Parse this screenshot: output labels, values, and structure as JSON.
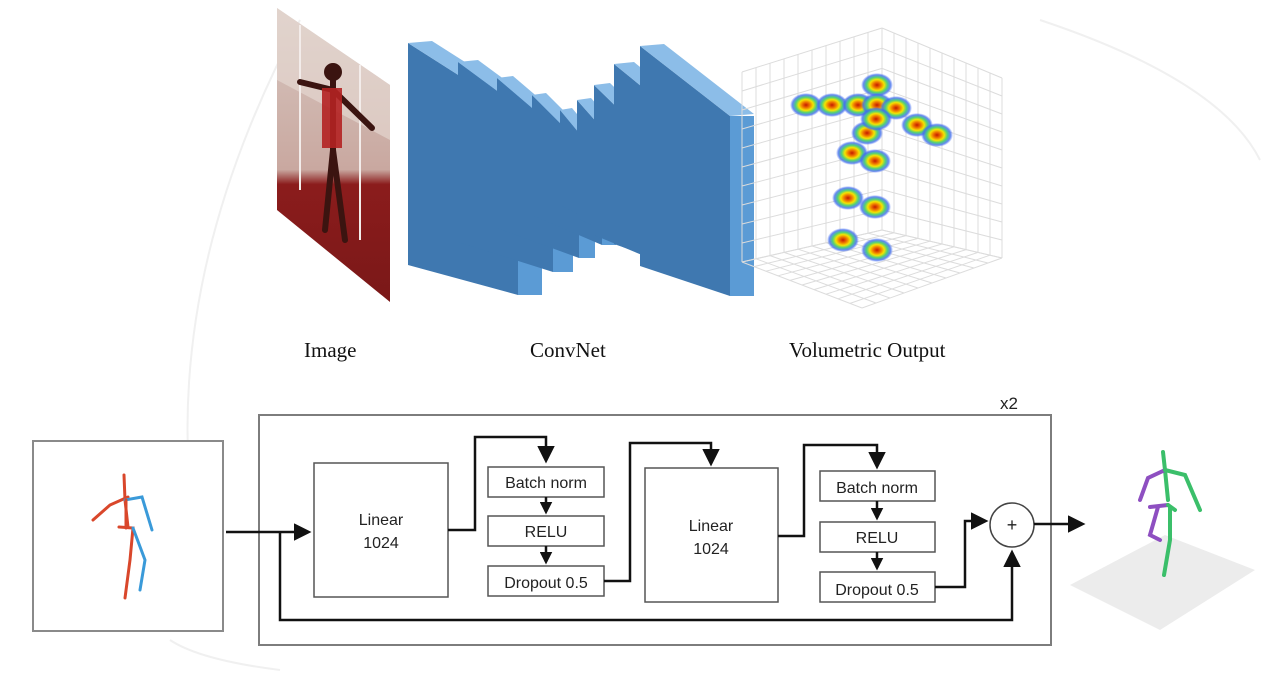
{
  "top_pipeline": {
    "image_caption": "Image",
    "convnet_caption": "ConvNet",
    "output_caption": "Volumetric Output"
  },
  "network": {
    "repeat_label": "x2",
    "linear_1": {
      "line1": "Linear",
      "line2": "1024"
    },
    "linear_2": {
      "line1": "Linear",
      "line2": "1024"
    },
    "block_1": {
      "batch_norm": "Batch norm",
      "relu": "RELU",
      "dropout": "Dropout 0.5"
    },
    "block_2": {
      "batch_norm": "Batch norm",
      "relu": "RELU",
      "dropout": "Dropout 0.5"
    },
    "sum_symbol": "+"
  },
  "colors": {
    "conv_front": "#5b9bd5",
    "conv_side": "#3f78b0",
    "conv_top": "#8cbde8",
    "skeleton_red": "#d9472b",
    "skeleton_blue": "#3a9ad9",
    "skeleton_green": "#3bbf6a",
    "skeleton_purple": "#8e4fc1"
  }
}
